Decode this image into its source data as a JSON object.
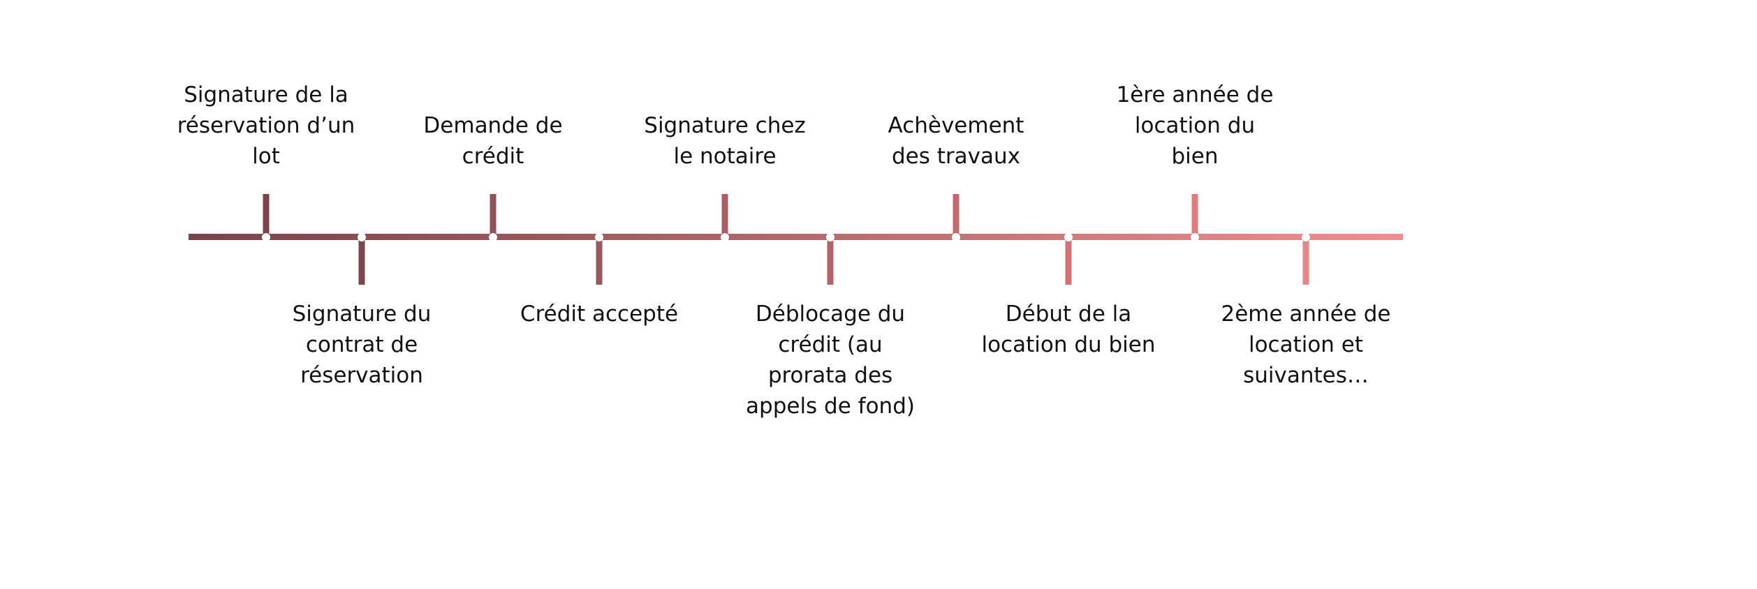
{
  "timeline": {
    "gradient_start": "#7a4149",
    "gradient_end": "#f28e8e",
    "node_color": "#ffffff",
    "steps": [
      {
        "label": "Signature de la\nréservation d’un\nlot",
        "position": "above",
        "color": "#7c434b"
      },
      {
        "label": "Signature du\ncontrat de\nréservation",
        "position": "below",
        "color": "#7f464e"
      },
      {
        "label": "Demande de\ncrédit",
        "position": "above",
        "color": "#8e5258"
      },
      {
        "label": "Crédit accepté",
        "position": "below",
        "color": "#9a585d"
      },
      {
        "label": "Signature chez\nle notaire",
        "position": "above",
        "color": "#a85e62"
      },
      {
        "label": "Déblocage du\ncrédit (au\nprorata des\nappels de fond)",
        "position": "below",
        "color": "#b46367"
      },
      {
        "label": "Achèvement\ndes travaux",
        "position": "above",
        "color": "#c6696c"
      },
      {
        "label": "Début de la\nlocation du bien",
        "position": "below",
        "color": "#d57173"
      },
      {
        "label": "1ère année de\nlocation du\nbien",
        "position": "above",
        "color": "#e17b7c"
      },
      {
        "label": "2ème année de\nlocation et\nsuivantes…",
        "position": "below",
        "color": "#ea8586"
      }
    ]
  }
}
